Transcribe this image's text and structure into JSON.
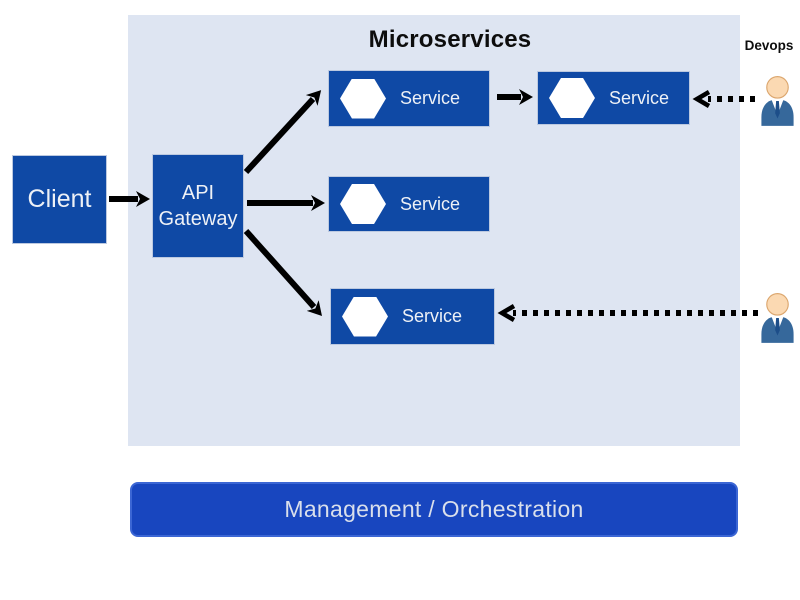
{
  "diagram": {
    "title": "Microservices",
    "client": {
      "label": "Client"
    },
    "gateway": {
      "label": "API Gateway"
    },
    "services": [
      {
        "label": "Service"
      },
      {
        "label": "Service"
      },
      {
        "label": "Service"
      },
      {
        "label": "Service"
      }
    ],
    "devops": {
      "label": "Devops"
    },
    "management": {
      "label": "Management / Orchestration"
    },
    "connections": [
      "client -> api-gateway (solid arrow)",
      "api-gateway -> service-1 (solid arrow)",
      "api-gateway -> service-3 (solid arrow)",
      "api-gateway -> service-4 (solid arrow)",
      "service-1 -> service-2 (solid arrow)",
      "devops-top -> service-2 (dotted arrow)",
      "devops-bottom -> service-4 (dotted arrow)"
    ]
  },
  "colors": {
    "container_bg": "#dee5f2",
    "box_blue": "#0f49a5",
    "box_text": "#eef1f6",
    "management_bg": "#1846bf",
    "management_border": "#3b66d4",
    "arrow": "#000000",
    "title_text": "#0d0d0d",
    "person_body": "#36689b",
    "person_tie": "#1d4e89",
    "person_skin": "#fbd9b2",
    "person_skin_outline": "#dca76f"
  }
}
